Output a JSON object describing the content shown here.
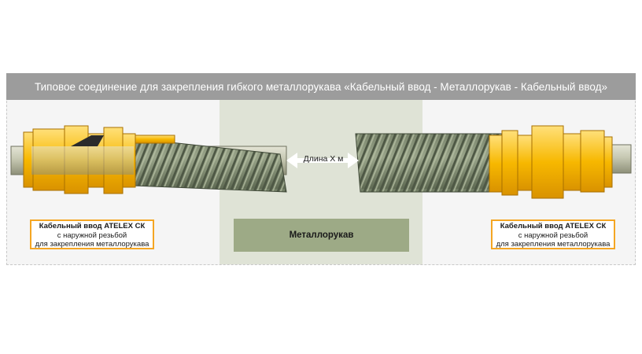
{
  "title": "Типовое соединение для закрепления гибкого металлорукава  «Кабельный ввод - Металлорукав - Кабельный ввод»",
  "length_label": "Длина Х м",
  "hose_label": "Металлорукав",
  "gland_left": {
    "line1": "Кабельный ввод ATELEX СК",
    "line2": "с наружной резьбой",
    "line3": "для закрепления металлорукава"
  },
  "gland_right": {
    "line1": "Кабельный ввод ATELEX СК",
    "line2": "с наружной резьбой",
    "line3": "для закрепления металлорукава"
  },
  "colors": {
    "title_bar": "#9c9c9c",
    "gland_gold": "#f6b100",
    "gland_light": "#ffd35a",
    "hose": "#7d8a6f",
    "cable": "#c8c9b6",
    "center_zone": "#dfe3d6",
    "label_border": "#f5a623"
  }
}
